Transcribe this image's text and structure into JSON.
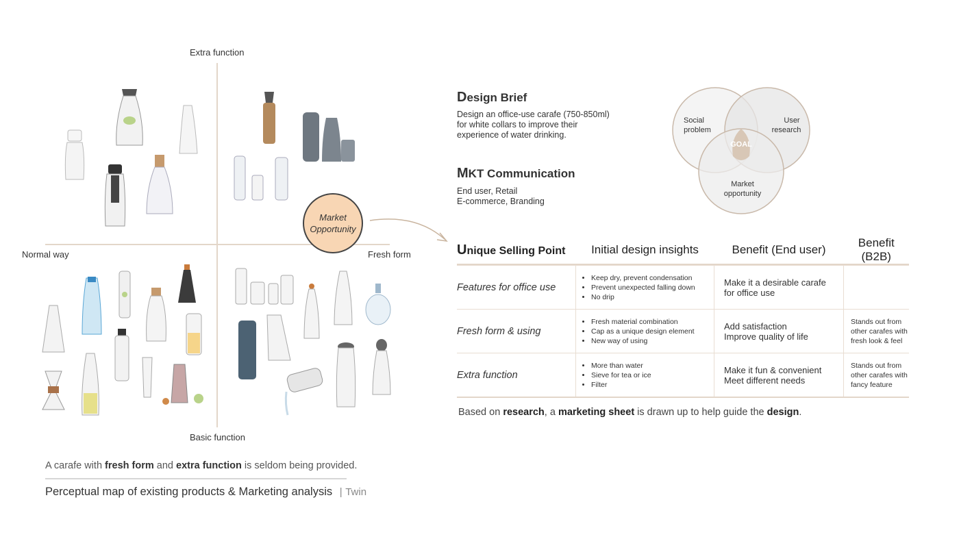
{
  "map": {
    "axis_top": "Extra function",
    "axis_bottom": "Basic function",
    "axis_left": "Normal way",
    "axis_right": "Fresh form",
    "opportunity_line1": "Market",
    "opportunity_line2": "Opportunity",
    "opportunity_color": "#f8d6b4",
    "caption_a": "A carafe with ",
    "caption_b": "fresh form",
    "caption_c": " and ",
    "caption_d": "extra function",
    "caption_e": " is seldom being provided.",
    "title": "Perceptual map of existing products & Marketing analysis",
    "separator": "|",
    "author": "Twin"
  },
  "brief": {
    "cap": "D",
    "heading": "esign Brief",
    "text_lines": [
      "Design an office-use carafe (750-850ml)",
      "for white collars to improve their",
      "experience of water drinking."
    ]
  },
  "mkt": {
    "cap": "M",
    "heading": "KT Communication",
    "text_lines": [
      "End user, Retail",
      "E-commerce, Branding"
    ]
  },
  "venn": {
    "social": [
      "Social",
      "problem"
    ],
    "user": [
      "User",
      "research"
    ],
    "market": [
      "Market",
      "opportunity"
    ],
    "goal": "GOAL"
  },
  "table": {
    "col1_cap": "U",
    "col1_rest": "nique Selling Point",
    "col2": "Initial design insights",
    "col3": "Benefit (End user)",
    "col4": "Benefit (B2B)",
    "rows": [
      {
        "label": "Features for office use",
        "insights": [
          "Keep dry, prevent condensation",
          "Prevent unexpected falling down",
          "No drip"
        ],
        "enduser": [
          "Make it a desirable carafe",
          "for office use"
        ],
        "b2b": []
      },
      {
        "label": "Fresh form & using",
        "insights": [
          "Fresh material combination",
          "Cap as a unique design element",
          "New way of using"
        ],
        "enduser": [
          "Add satisfaction",
          "Improve quality of life"
        ],
        "b2b": [
          "Stands out from",
          "other carafes with",
          "fresh look & feel"
        ]
      },
      {
        "label": "Extra function",
        "insights": [
          "More than water",
          "Sieve for tea or ice",
          "Filter"
        ],
        "enduser": [
          "Make it fun & convenient",
          "Meet different needs"
        ],
        "b2b": [
          "Stands out from",
          "other carafes with",
          "fancy feature"
        ]
      }
    ]
  },
  "footer": {
    "a": "Based on ",
    "b": "research",
    "c": ", a ",
    "d": "marketing sheet",
    "e": " is drawn up to help guide the ",
    "f": "design",
    "g": "."
  }
}
